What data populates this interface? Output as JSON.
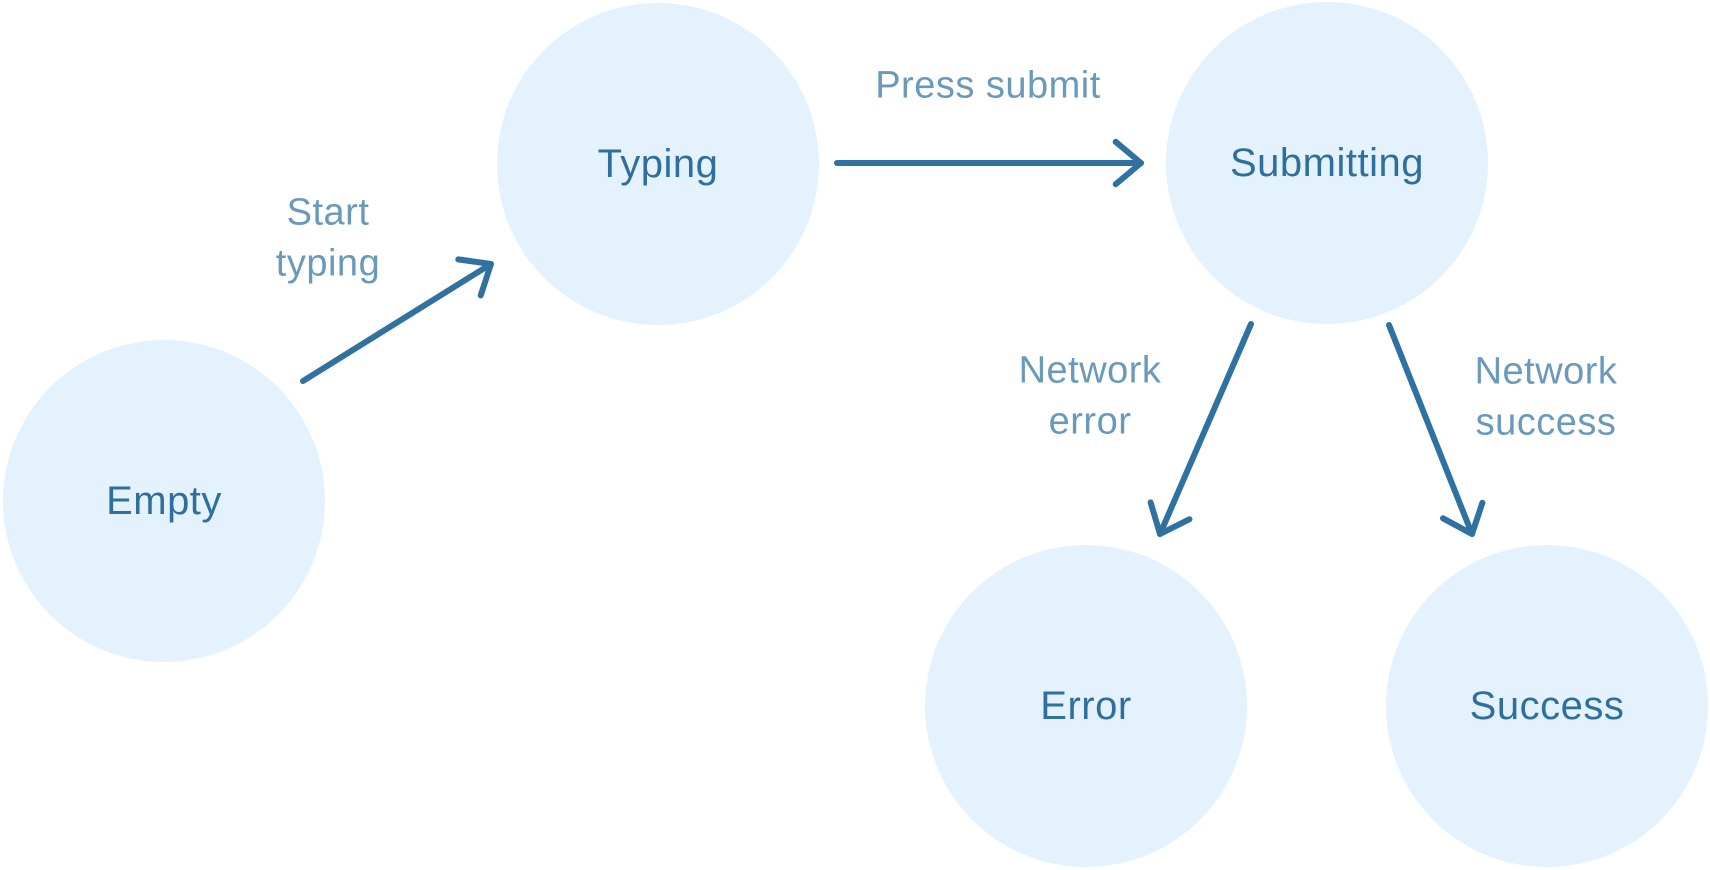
{
  "diagram": {
    "type": "state-machine",
    "colors": {
      "node_fill": "#e3f2fd",
      "node_text": "#2e6f9e",
      "arrow": "#2f72a1",
      "edge_label_text": "#6c9abb",
      "background": "#ffffff"
    },
    "nodes": [
      {
        "id": "empty",
        "label": "Empty"
      },
      {
        "id": "typing",
        "label": "Typing"
      },
      {
        "id": "submitting",
        "label": "Submitting"
      },
      {
        "id": "error",
        "label": "Error"
      },
      {
        "id": "success",
        "label": "Success"
      }
    ],
    "edges": [
      {
        "from": "empty",
        "to": "typing",
        "label": "Start\ntyping"
      },
      {
        "from": "typing",
        "to": "submitting",
        "label": "Press submit"
      },
      {
        "from": "submitting",
        "to": "error",
        "label": "Network\nerror"
      },
      {
        "from": "submitting",
        "to": "success",
        "label": "Network\nsuccess"
      }
    ]
  }
}
